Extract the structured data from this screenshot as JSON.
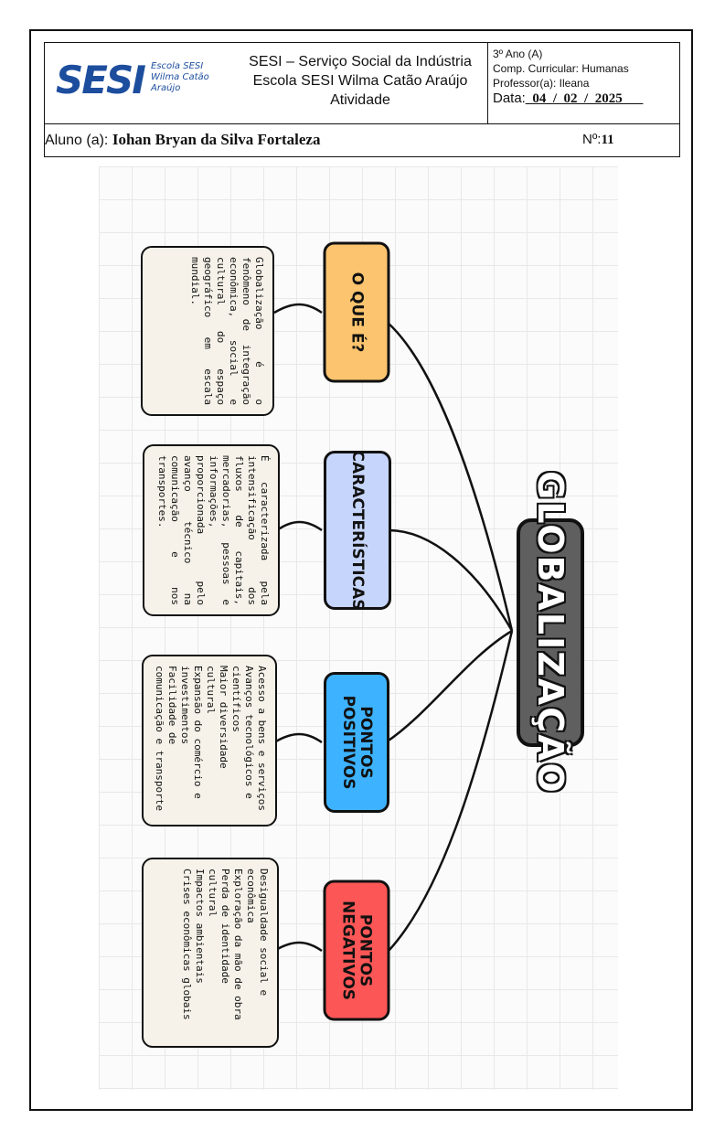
{
  "header": {
    "logo_text": "SESI",
    "logo_subtitle": "Escola SESI\nWilma Catão\nAraújo",
    "institution_line1": "SESI – Serviço Social da Indústria",
    "institution_line2": "Escola SESI Wilma Catão Araújo",
    "institution_line3": "Atividade",
    "grade": "3º Ano (A)",
    "curricular_component": "Comp. Curricular: Humanas",
    "teacher": "Professor(a): Ileana",
    "date_label": "Data:",
    "date_value": "_04_/_02_/_2025___",
    "student_label": "Aluno (a):",
    "student_name": "Iohan Bryan da Silva Fortaleza",
    "number_label": "Nº:",
    "number_value": "11"
  },
  "mindmap": {
    "central_topic": "GLOBALIZAÇÃO",
    "branches": [
      {
        "title": "O QUE É?",
        "color": "#fcc46e",
        "text": "Globalização é o fenômeno de integração econômica, social e cultural do espaço geográfico em escala mundial."
      },
      {
        "title": "CARACTERÍSTICAS",
        "color": "#c6d5fb",
        "text": "É caracterizada pela intensificação dos fluxos de capitais, mercadorias, pessoas e informações, proporcionada pelo avanço técnico na comunicação e nos transportes."
      },
      {
        "title": "PONTOS POSITIVOS",
        "color": "#3db3ff",
        "text": "Acesso a bens e serviços\nAvanços tecnológicos e científicos\nMaior diversidade cultural\nExpansão do comércio e investimentos\nFacilidade de comunicação e transporte"
      },
      {
        "title": "PONTOS NEGATIVOS",
        "color": "#fd5656",
        "text": "Desigualdade social e econômica\nExploração da mão de obra\nPerda de identidade cultural\nImpactos ambientais\nCrises econômicas globais"
      }
    ]
  }
}
